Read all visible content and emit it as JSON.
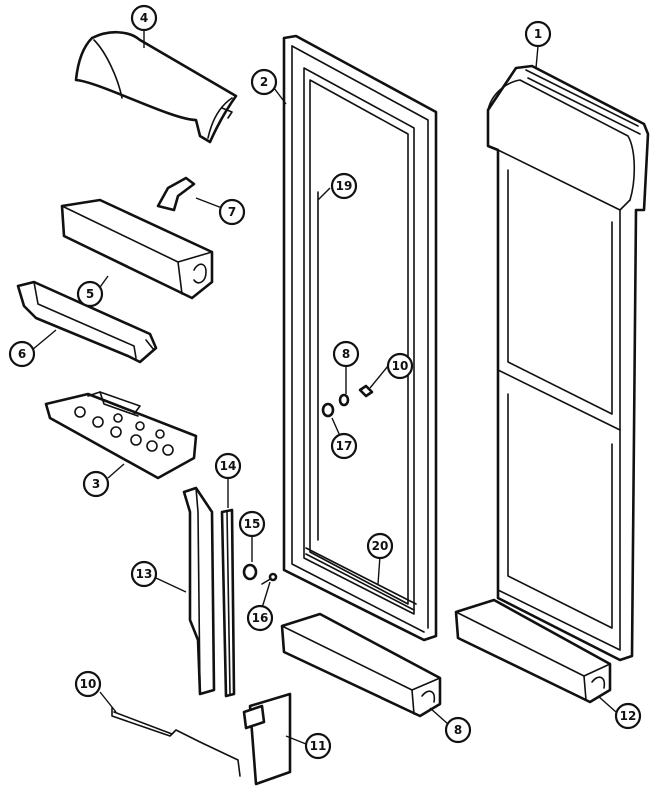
{
  "diagram": {
    "callouts": [
      {
        "id": "c1",
        "label": "1"
      },
      {
        "id": "c2",
        "label": "2"
      },
      {
        "id": "c3",
        "label": "3"
      },
      {
        "id": "c4",
        "label": "4"
      },
      {
        "id": "c5",
        "label": "5"
      },
      {
        "id": "c6",
        "label": "6"
      },
      {
        "id": "c7",
        "label": "7"
      },
      {
        "id": "c8a",
        "label": "8"
      },
      {
        "id": "c8b",
        "label": "8"
      },
      {
        "id": "c10a",
        "label": "10"
      },
      {
        "id": "c10b",
        "label": "10"
      },
      {
        "id": "c11",
        "label": "11"
      },
      {
        "id": "c12",
        "label": "12"
      },
      {
        "id": "c13",
        "label": "13"
      },
      {
        "id": "c14",
        "label": "14"
      },
      {
        "id": "c15",
        "label": "15"
      },
      {
        "id": "c16",
        "label": "16"
      },
      {
        "id": "c17",
        "label": "17"
      },
      {
        "id": "c19",
        "label": "19"
      },
      {
        "id": "c20",
        "label": "20"
      }
    ]
  }
}
